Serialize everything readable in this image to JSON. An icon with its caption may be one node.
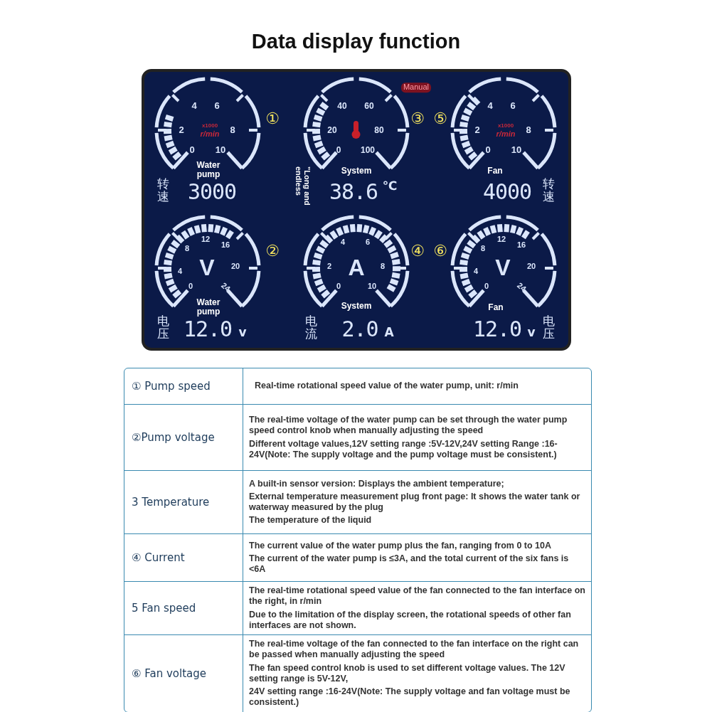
{
  "diagram": {
    "title": "Data display function",
    "labels": [
      "4",
      "6",
      "2",
      "x1000",
      "8",
      "r/min",
      "0",
      "10",
      "Water pump",
      "转速",
      "3000",
      "①",
      "Manual",
      "40",
      "60",
      "20",
      "80",
      "0",
      "100",
      "System",
      "\"Long and endless",
      "38.6",
      "℃",
      "③",
      "⑤",
      "4",
      "6",
      "2",
      "x1000",
      "8",
      "r/min",
      "0",
      "10",
      "Fan",
      "4000",
      "转速",
      "12",
      "16",
      "8",
      "V",
      "20",
      "4",
      "0",
      "24",
      "Water pump",
      "电压",
      "12.0",
      "v",
      "②",
      "4",
      "6",
      "2",
      "A",
      "8",
      "0",
      "10",
      "System",
      "电流",
      "2.0",
      "A",
      "④",
      "⑥",
      "12",
      "16",
      "8",
      "V",
      "20",
      "4",
      "0",
      "24",
      "Fan",
      "12.0",
      "v",
      "电压",
      "① Pump speed",
      "Real-time rotational speed value of the water pump, unit: r/min",
      "②Pump voltage",
      "The real-time voltage of the water pump can be set through the water pump speed control knob when manually adjusting the speed",
      "Different voltage values,12V setting range :5V-12V,24V setting Range :16-24V(Note: The supply voltage and the pump voltage must be consistent.)",
      "3 Temperature",
      "A built-in sensor version: Displays the ambient temperature;",
      "External temperature measurement plug front page: It shows the water tank or waterway measured by the plug",
      "The temperature of the liquid",
      "④ Current",
      "The current value of the water pump plus the fan, ranging from 0 to 10A",
      "The current of the water pump is ≤3A, and the total current of the six fans is <6A",
      "5 Fan speed",
      "The real-time rotational speed value of the fan connected to the fan interface on the right, in r/min",
      "Due to the limitation of the display screen, the rotational speeds of other fan interfaces are not shown.",
      "⑥ Fan voltage",
      "The real-time voltage of the fan connected to the fan interface on the right can be passed when manually adjusting the speed",
      "The fan speed control knob is used to set different voltage values. The 12V setting range is 5V-12V,",
      "24V setting range :16-24V(Note: The supply voltage and fan voltage must be consistent.)"
    ]
  }
}
